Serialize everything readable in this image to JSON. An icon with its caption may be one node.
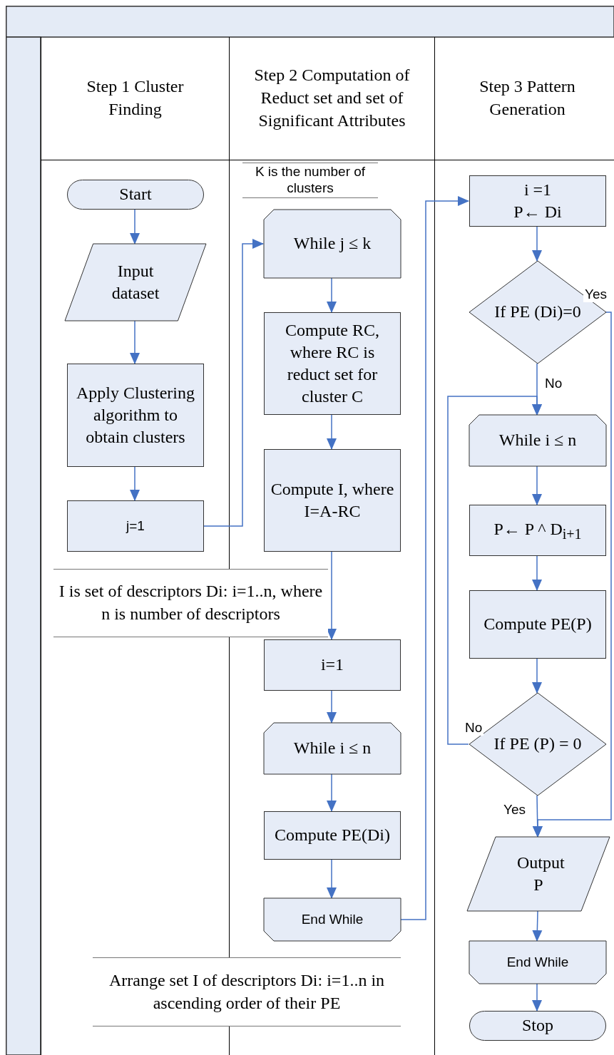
{
  "diagram": {
    "nodes": [
      {
        "text": [
          "Step 1 Cluster Finding"
        ]
      },
      {
        "text": [
          "Step 2 Computation of Reduct set and set of Significant Attributes"
        ]
      },
      {
        "text": [
          "Step 3 Pattern Generation"
        ]
      },
      {
        "text": [
          "Start"
        ],
        "in": 0
      },
      {
        "text": [
          "Input dataset"
        ],
        "in": 0
      },
      {
        "text": [
          "Apply Clustering algorithm to obtain clusters"
        ],
        "in": 0
      },
      {
        "text": [
          "j=1"
        ],
        "in": 0
      },
      {
        "text": [
          "While j ≤ k"
        ],
        "in": 1
      },
      {
        "text": [
          "Compute RC, where RC is reduct set for cluster C"
        ],
        "in": 1
      },
      {
        "text": [
          "Compute I, where I=A-RC"
        ],
        "in": 1
      },
      {
        "text": [
          "i=1"
        ],
        "in": 1
      },
      {
        "text": [
          "While i ≤ n"
        ],
        "in": 1
      },
      {
        "text": [
          "Compute PE(Di)"
        ],
        "in": 1
      },
      {
        "text": [
          "End While"
        ],
        "in": 1
      },
      {
        "text": [
          "i =1 P← Di"
        ],
        "in": 2
      },
      {
        "text": [
          "If PE (Di)=0"
        ],
        "in": 2
      },
      {
        "text": [
          "While i ≤ n"
        ],
        "in": 2
      },
      {
        "text": [
          "P← P ^ D$_{i+1}$"
        ],
        "in": 2
      },
      {
        "text": [
          "Compute PE(P)"
        ],
        "in": 2
      },
      {
        "text": [
          "If PE (P) = 0"
        ],
        "in": 2
      },
      {
        "text": [
          "Output P"
        ],
        "in": 2
      },
      {
        "text": [
          "End While"
        ],
        "in": 2
      },
      {
        "text": [
          "Stop"
        ],
        "in": 2
      }
    ],
    "edges": [
      {
        "from": 3,
        "to": 4,
        "arrow": "to"
      },
      {
        "from": 4,
        "to": 5,
        "arrow": "to"
      },
      {
        "from": 5,
        "to": 6,
        "arrow": "to"
      },
      {
        "from": 6,
        "to": 7,
        "arrow": "to"
      },
      {
        "from": 7,
        "to": 8,
        "arrow": "to"
      },
      {
        "from": 8,
        "to": 9,
        "arrow": "to"
      },
      {
        "from": 9,
        "to": 10,
        "arrow": "to"
      },
      {
        "from": 10,
        "to": 11,
        "arrow": "to"
      },
      {
        "from": 11,
        "to": 12,
        "arrow": "to"
      },
      {
        "from": 12,
        "to": 13,
        "arrow": "to"
      },
      {
        "from": 13,
        "to": 14,
        "arrow": "to"
      },
      {
        "from": 14,
        "to": 15,
        "arrow": "to"
      },
      {
        "from": 15,
        "to": 16,
        "arrow": "to",
        "label": "No"
      },
      {
        "from": 15,
        "to": 20,
        "arrow": "to",
        "label": "Yes"
      },
      {
        "from": 16,
        "to": 17,
        "arrow": "to"
      },
      {
        "from": 17,
        "to": 18,
        "arrow": "to"
      },
      {
        "from": 18,
        "to": 19,
        "arrow": "to"
      },
      {
        "from": 19,
        "to": 16,
        "arrow": "to",
        "label": "No"
      },
      {
        "from": 19,
        "to": 20,
        "arrow": "to",
        "label": "Yes"
      },
      {
        "from": 20,
        "to": 21,
        "arrow": "to"
      },
      {
        "from": 21,
        "to": 22,
        "arrow": "to"
      }
    ],
    "labels": [
      "K is the number of clusters",
      "I is set of descriptors Di: i=1..n, where n is number of descriptors",
      "Arrange set I of descriptors Di: i=1..n in ascending order of their PE"
    ]
  }
}
